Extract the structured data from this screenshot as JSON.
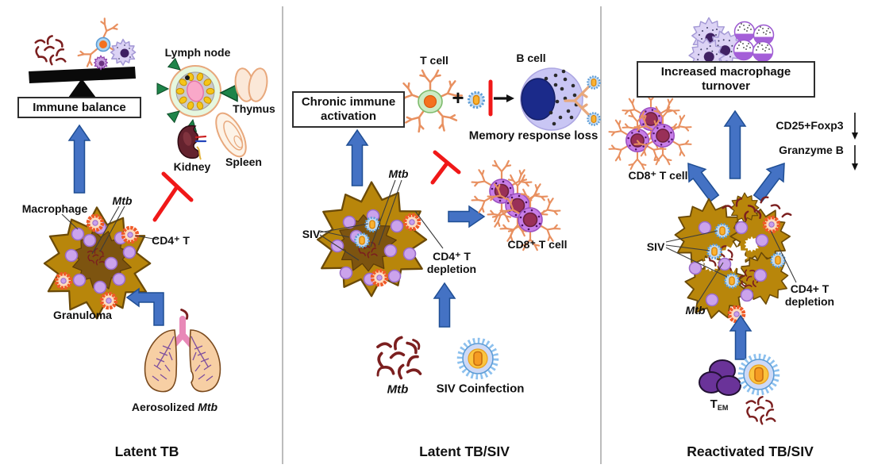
{
  "figure": {
    "panels": [
      {
        "title": "Latent TB",
        "labels": {
          "immune_balance": "Immune balance",
          "lymph_node": "Lymph node",
          "thymus": "Thymus",
          "kidney": "Kidney",
          "spleen": "Spleen",
          "macrophage": "Macrophage",
          "mtb_granuloma": "Mtb",
          "cd4_t": "CD4⁺ T",
          "granuloma": "Granuloma",
          "aerosolized": "Aerosolized",
          "aerosolized_mtb": "Mtb"
        }
      },
      {
        "title": "Latent TB/SIV",
        "labels": {
          "chronic_immune_activation": "Chronic immune activation",
          "t_cell": "T cell",
          "plus": "+",
          "b_cell": "B cell",
          "memory_response_loss": "Memory response loss",
          "siv": "SIV",
          "mtb_granuloma": "Mtb",
          "cd4_t_depletion": "CD4⁺ T depletion",
          "cd8_t_cell": "CD8⁺ T cell",
          "mtb_inoculum": "Mtb",
          "siv_coinfection": "SIV Coinfection"
        }
      },
      {
        "title": "Reactivated TB/SIV",
        "labels": {
          "increased_macrophage_turnover": "Increased macrophage turnover",
          "cd8_t_cell": "CD8⁺ T cell",
          "cd25_foxp3": "CD25+Foxp3",
          "granzyme_b": "Granzyme B",
          "siv": "SIV",
          "mtb_granuloma": "Mtb",
          "cd4_t_depletion": "CD4+ T depletion",
          "tem_t": "T",
          "tem_sub": "EM"
        }
      }
    ],
    "colors": {
      "arrow_blue": "#4472C4",
      "inhibition_red": "#F01818",
      "granuloma_gold": "#B8860B",
      "granuloma_core_brown": "#7D5410",
      "lymphocyte_purple": "#CBA3EC",
      "cd4_orange": "#F05A28",
      "siv_blue": "#5B9BD5",
      "mtb_maroon": "#7B1F1F",
      "divider_gray": "#BCBCBC"
    },
    "icons": [
      "balance-scale-icon",
      "bacteria-cluster-icon",
      "immune-cells-icon",
      "lymph-node-icon",
      "thymus-icon",
      "kidney-icon",
      "spleen-icon",
      "granuloma-icon",
      "lungs-icon",
      "t-cell-icon",
      "b-cell-icon",
      "siv-virion-icon",
      "antibody-icon",
      "cd8-t-cell-icon",
      "macrophage-cluster-icon",
      "tem-cells-icon",
      "up-arrow",
      "bent-arrow",
      "inhibition-bar",
      "down-arrow",
      "right-arrow"
    ]
  }
}
